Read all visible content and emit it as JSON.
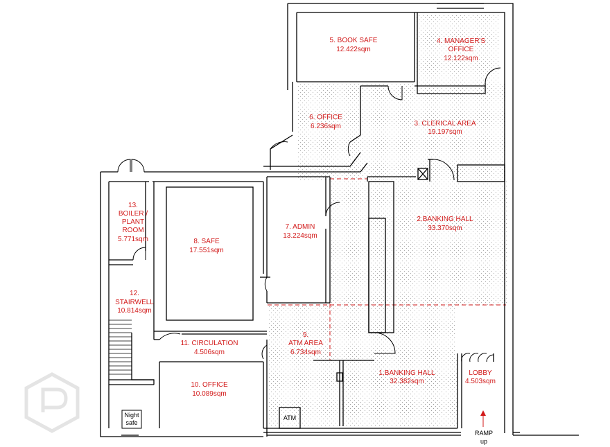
{
  "rooms": {
    "book_safe": {
      "name": "5. BOOK  SAFE",
      "area": "12.422sqm"
    },
    "managers_office": {
      "name_line1": "4. MANAGER'S",
      "name_line2": "OFFICE",
      "area": "12.122sqm"
    },
    "office_6": {
      "name": "6. OFFICE",
      "area": "6.236sqm"
    },
    "clerical_area": {
      "name": "3. CLERICAL AREA",
      "area": "19.197sqm"
    },
    "banking_hall_2": {
      "name": "2.BANKING HALL",
      "area": "33.370sqm"
    },
    "admin": {
      "name": "7. ADMIN",
      "area": "13.224sqm"
    },
    "safe": {
      "name": "8. SAFE",
      "area": "17.551sqm"
    },
    "boiler_room": {
      "name_line1": "13.",
      "name_line2": "BOILER /",
      "name_line3": "PLANT",
      "name_line4": "ROOM",
      "area": "5.771sqm"
    },
    "stairwell": {
      "name_line1": "12.",
      "name_line2": "STAIRWELL",
      "area": "10.814sqm"
    },
    "atm_area": {
      "name_line1": "9.",
      "name_line2": "ATM AREA",
      "area": "6.734sqm"
    },
    "circulation": {
      "name": "11. CIRCULATION",
      "area": "4.506sqm"
    },
    "office_10": {
      "name": "10. OFFICE",
      "area": "10.089sqm"
    },
    "banking_hall_1": {
      "name": "1.BANKING HALL",
      "area": "32.382sqm"
    },
    "lobby": {
      "name": "LOBBY",
      "area": "4.503sqm"
    }
  },
  "fixtures": {
    "night_safe_line1": "Night",
    "night_safe_line2": "safe",
    "atm": "ATM",
    "ramp_line1": "RAMP",
    "ramp_line2": "up"
  },
  "colors": {
    "label": "#d21a1a",
    "wall": "#000000",
    "hatch_dot": "#9a9a9a",
    "dashed_boundary": "#d21a1a",
    "watermark": "#e4e4e4"
  }
}
